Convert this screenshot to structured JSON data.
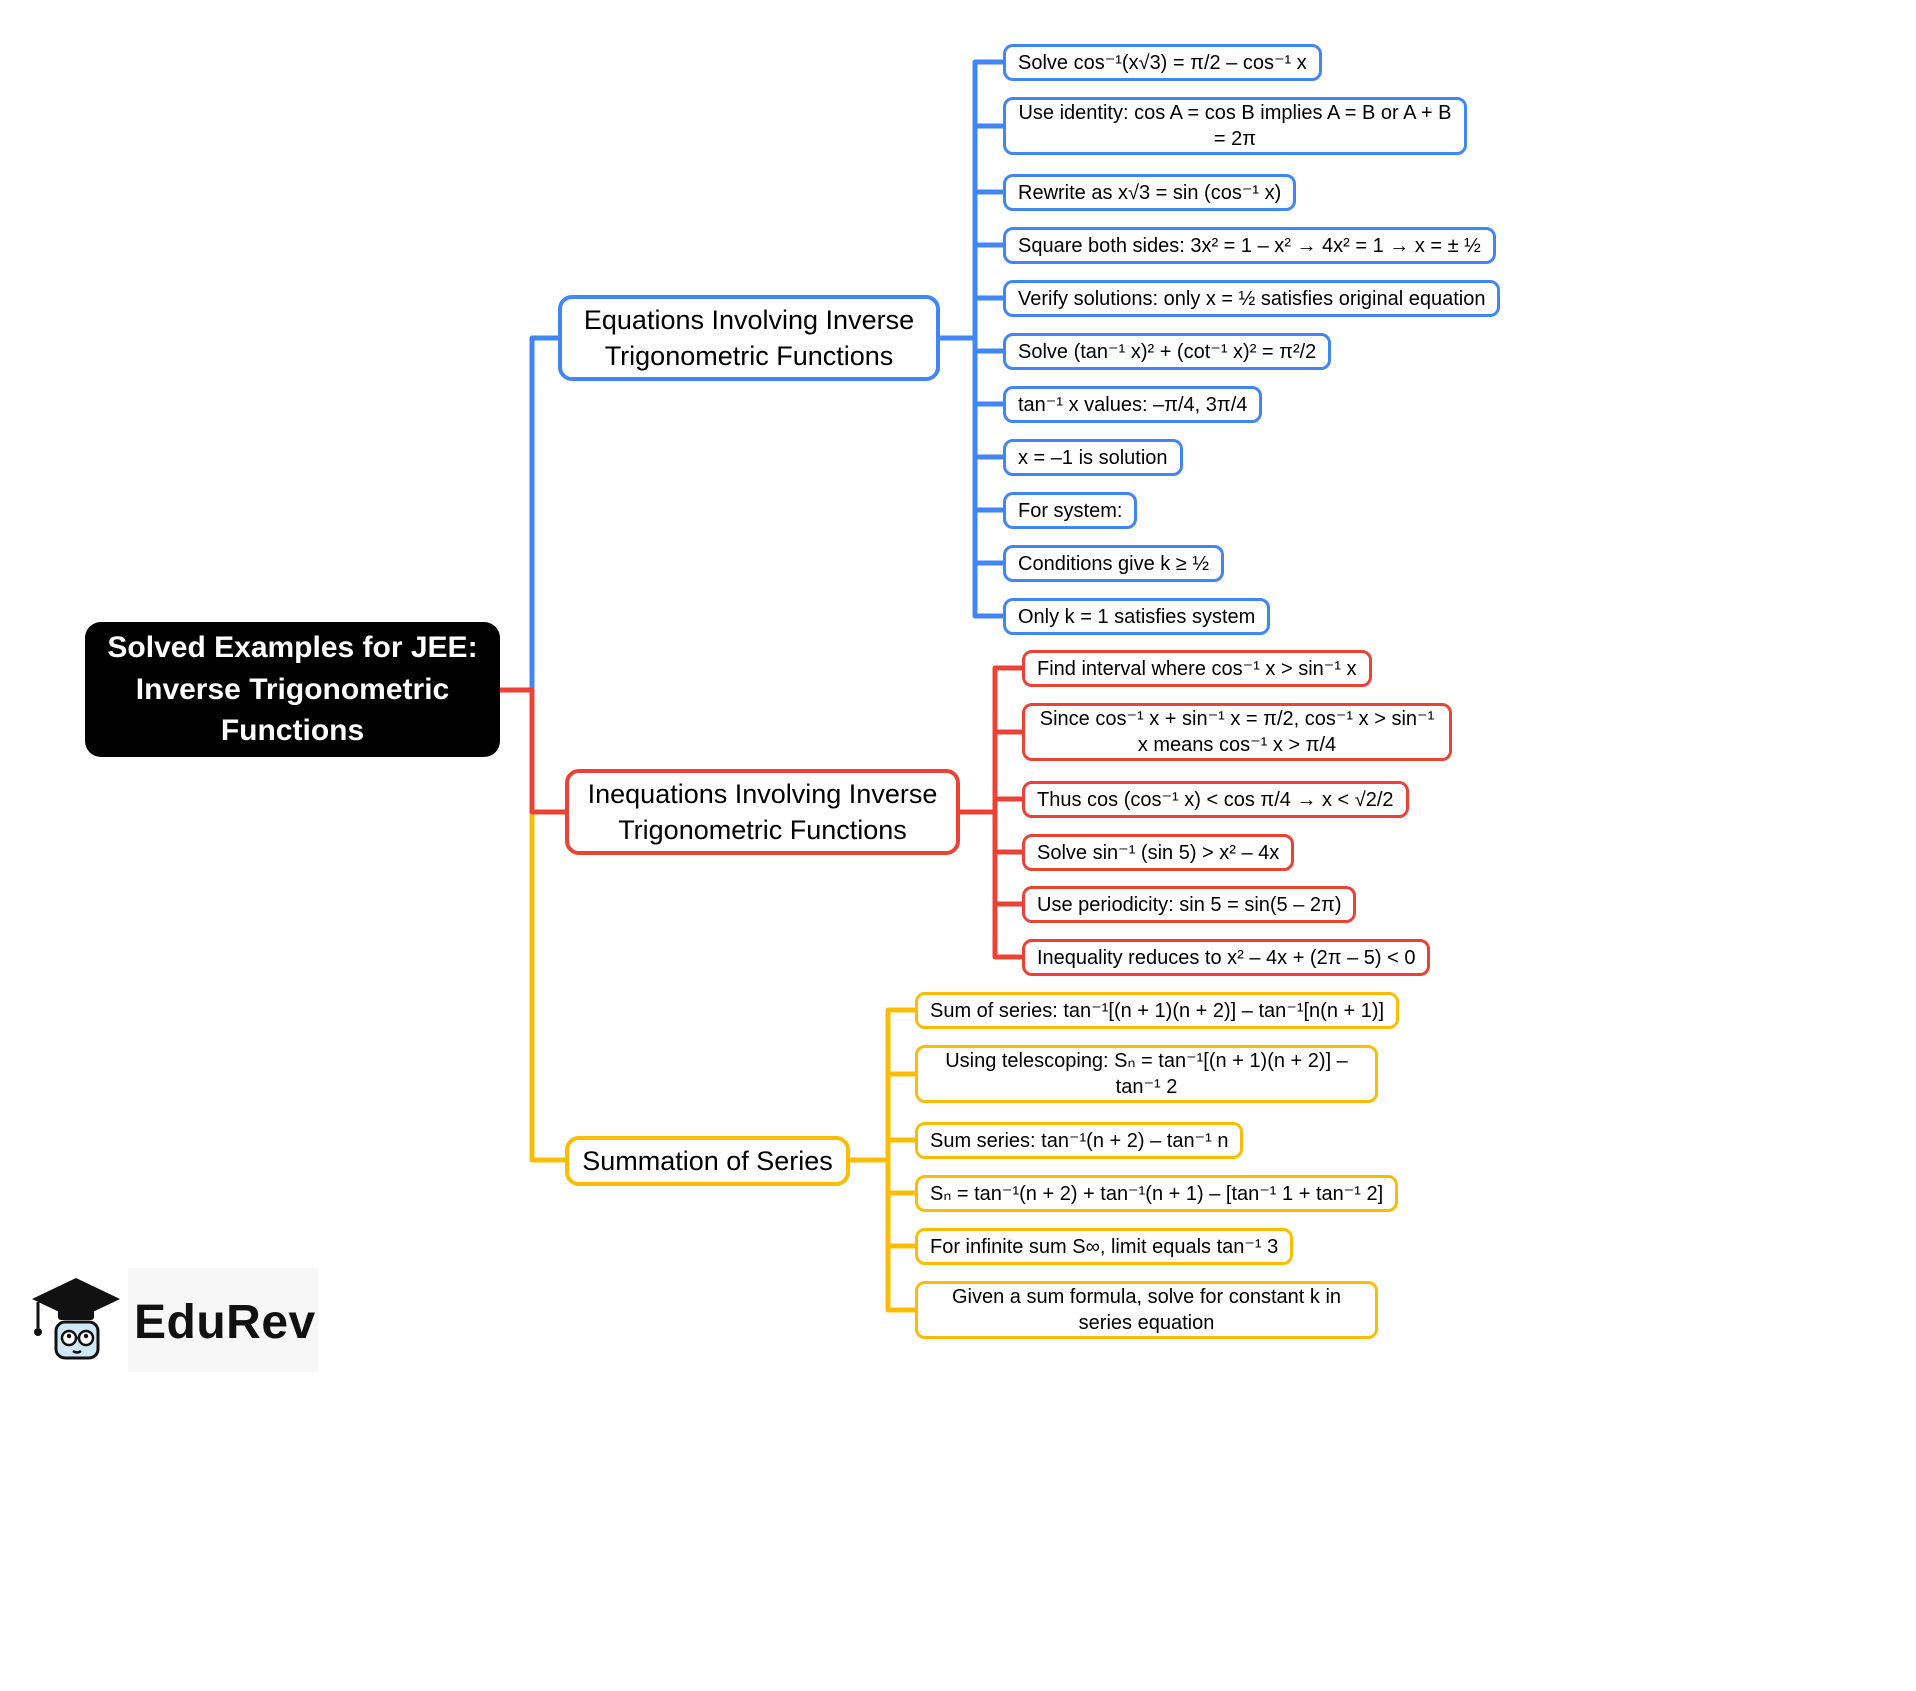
{
  "root": {
    "title": "Solved Examples for JEE: Inverse Trigonometric Functions"
  },
  "branches": {
    "equations": {
      "label": "Equations Involving Inverse Trigonometric Functions",
      "color": "#4285f4",
      "leaves": [
        "Solve cos⁻¹(x√3) = π/2 – cos⁻¹ x",
        "Use identity: cos A = cos B implies A = B or A + B = 2π",
        "Rewrite as x√3 = sin (cos⁻¹ x)",
        "Square both sides: 3x² = 1 – x² → 4x² = 1 → x = ± ½",
        "Verify solutions: only x = ½ satisfies original equation",
        "Solve (tan⁻¹ x)² + (cot⁻¹ x)² = π²/2",
        "tan⁻¹ x values: –π/4, 3π/4",
        "x = –1 is solution",
        "For system:",
        "Conditions give k ≥ ½",
        "Only k = 1 satisfies system"
      ]
    },
    "inequations": {
      "label": "Inequations Involving Inverse Trigonometric Functions",
      "color": "#ea4335",
      "leaves": [
        "Find interval where cos⁻¹ x > sin⁻¹ x",
        "Since cos⁻¹ x + sin⁻¹ x = π/2, cos⁻¹ x > sin⁻¹ x means cos⁻¹ x > π/4",
        "Thus cos (cos⁻¹ x) < cos π/4 → x < √2/2",
        "Solve sin⁻¹ (sin 5) > x² – 4x",
        "Use periodicity: sin 5 = sin(5 – 2π)",
        "Inequality reduces to x² – 4x + (2π – 5) < 0"
      ]
    },
    "summation": {
      "label": "Summation of Series",
      "color": "#fbbc04",
      "leaves": [
        "Sum of series: tan⁻¹[(n + 1)(n + 2)] – tan⁻¹[n(n + 1)]",
        "Using telescoping: Sₙ = tan⁻¹[(n + 1)(n + 2)] – tan⁻¹ 2",
        "Sum series: tan⁻¹(n + 2) – tan⁻¹ n",
        "Sₙ = tan⁻¹(n + 2) + tan⁻¹(n + 1) – [tan⁻¹ 1 + tan⁻¹ 2]",
        "For infinite sum S∞, limit equals tan⁻¹ 3",
        "Given a sum formula, solve for constant k in series equation"
      ]
    }
  },
  "logo": {
    "text": "EduRev"
  },
  "colors": {
    "root_bg": "#000000",
    "root_text": "#ffffff",
    "blue": "#4285f4",
    "red": "#ea4335",
    "yellow": "#fbbc04",
    "background": "#ffffff"
  }
}
